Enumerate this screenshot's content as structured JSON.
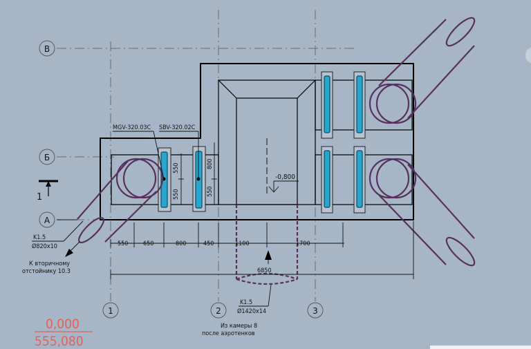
{
  "grid_axes": {
    "rows": [
      "В",
      "Б",
      "А"
    ],
    "columns": [
      "1",
      "2",
      "3"
    ]
  },
  "equipment_labels": [
    "MGV-320.03C",
    "SBV-320.02C"
  ],
  "dimensions": {
    "bottom_chain": [
      "550",
      "650",
      "800",
      "450",
      "1100",
      "1700"
    ],
    "overall": "6850",
    "gate_vertical_left": [
      "550",
      "550"
    ],
    "gate_vertical_right": [
      "800",
      "550"
    ]
  },
  "elevation_inner": "-0,800",
  "section_mark": "1",
  "pipes": {
    "left": {
      "code": "K1.5",
      "size": "Ø820x10",
      "note_line1": "К вторичному",
      "note_line2": "отстойнику 10.3"
    },
    "bottom": {
      "code": "K1.5",
      "size": "Ø1420x14",
      "note_line1": "Из камеры 8",
      "note_line2": "после аэротенков"
    }
  },
  "elevation_stamp": {
    "top": "0,000",
    "bottom": "555,080"
  },
  "colors": {
    "background": "#a7b6c7",
    "pipe": "#56305e",
    "gate": "#2aa6cc",
    "stamp": "#e0605a"
  }
}
